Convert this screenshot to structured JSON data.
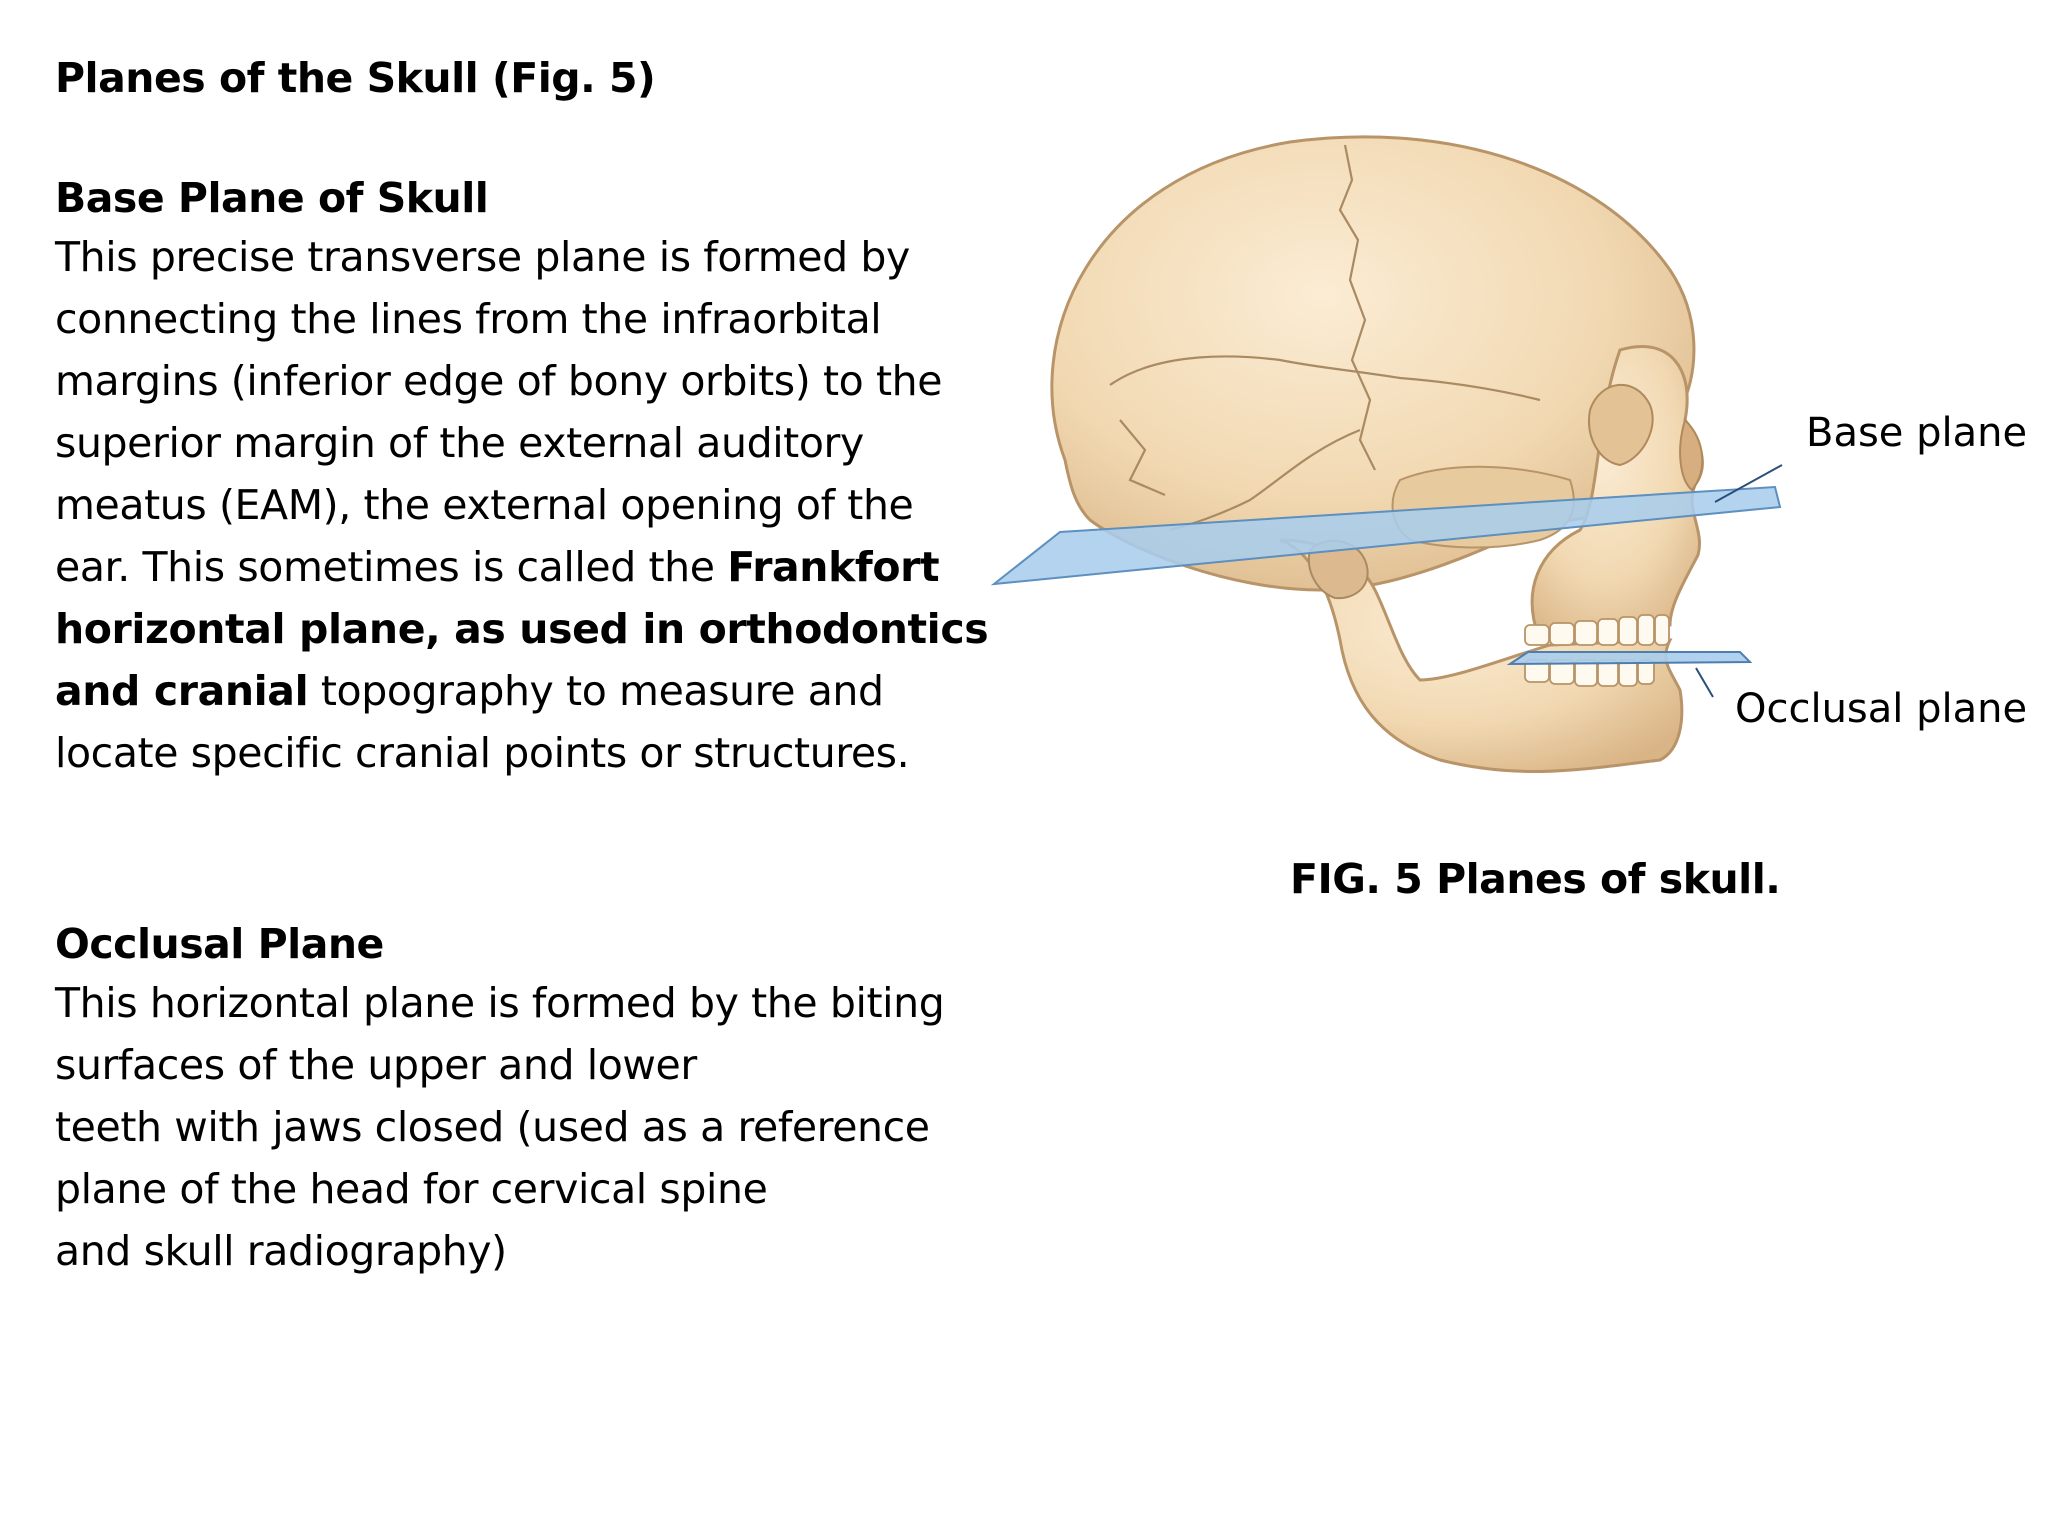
{
  "title": "Planes of the Skull (Fig. 5)",
  "section_base": {
    "heading": "Base Plane of Skull",
    "lines": [
      "This precise transverse plane is formed by",
      "connecting the lines from the infraorbital",
      "margins (inferior edge of bony orbits) to the",
      "superior margin of the external auditory",
      "meatus (EAM), the external opening of the"
    ],
    "line6_normal": "ear. This sometimes is called the ",
    "line6_bold": "Frankfort",
    "line7_bold": "horizontal plane, as used in orthodontics",
    "line8_bold": "and cranial",
    "line8_normal": " topography to measure and",
    "line9": "locate specific cranial points or structures."
  },
  "section_occlusal": {
    "heading": "Occlusal Plane",
    "lines": [
      "This horizontal plane is formed by the biting",
      "surfaces of the upper and lower",
      "teeth with jaws closed (used as a reference",
      "plane of the head for cervical spine",
      "and skull radiography)"
    ]
  },
  "figure": {
    "label_base": "Base plane",
    "label_occlusal": "Occlusal plane",
    "caption": "FIG. 5 Planes of skull.",
    "colors": {
      "bone": "#f3dcb9",
      "bone_shadow": "#dcb98e",
      "suture": "#a98a62",
      "plane_fill": "#a9cdec",
      "plane_stroke": "#5d8fbf",
      "leader": "#2b4f7a"
    }
  }
}
